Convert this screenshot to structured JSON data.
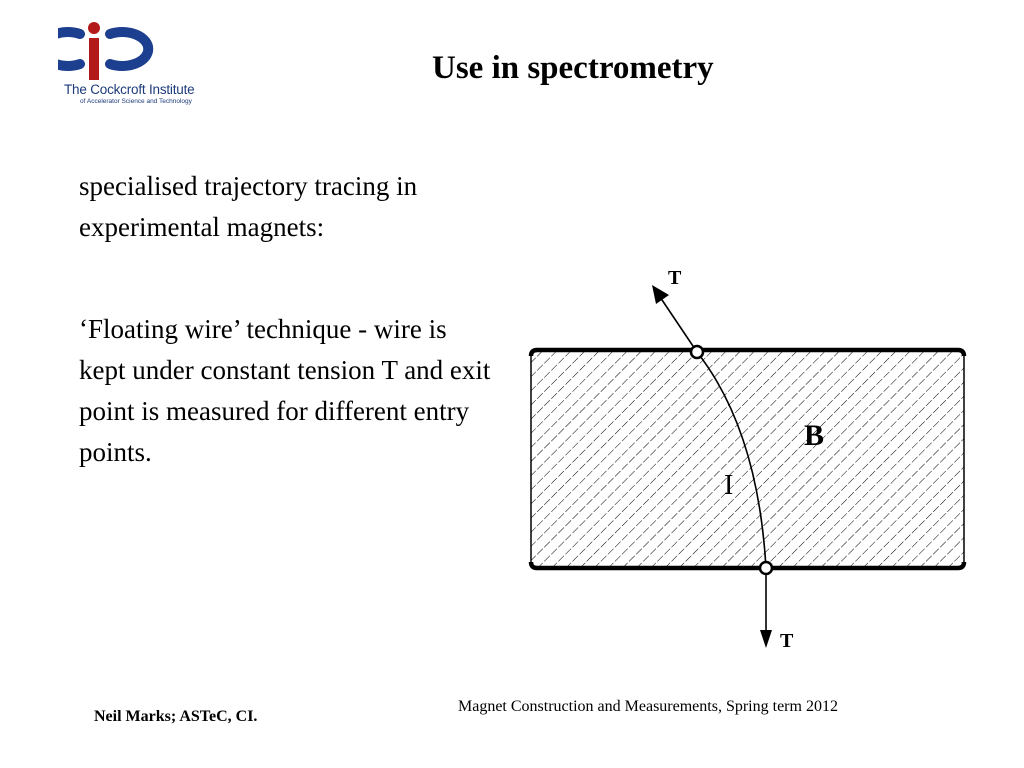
{
  "logo": {
    "line1": "The Cockcroft Institute",
    "line2": "of Accelerator Science and Technology",
    "colors": {
      "blue": "#1d3f8f",
      "red": "#b31b1b"
    }
  },
  "title": "Use in spectrometry",
  "body": {
    "paragraph1": "specialised trajectory tracing in experimental magnets:",
    "paragraph2": "‘Floating wire’ technique - wire is kept under constant tension T and exit point is measured for different entry points."
  },
  "diagram": {
    "field_label": "B",
    "current_label": "I",
    "tension_top_label": "T",
    "tension_bottom_label": "T"
  },
  "footer": {
    "author": "Neil Marks; ASTeC, CI.",
    "course": "Magnet Construction and Measurements, Spring term 2012"
  }
}
